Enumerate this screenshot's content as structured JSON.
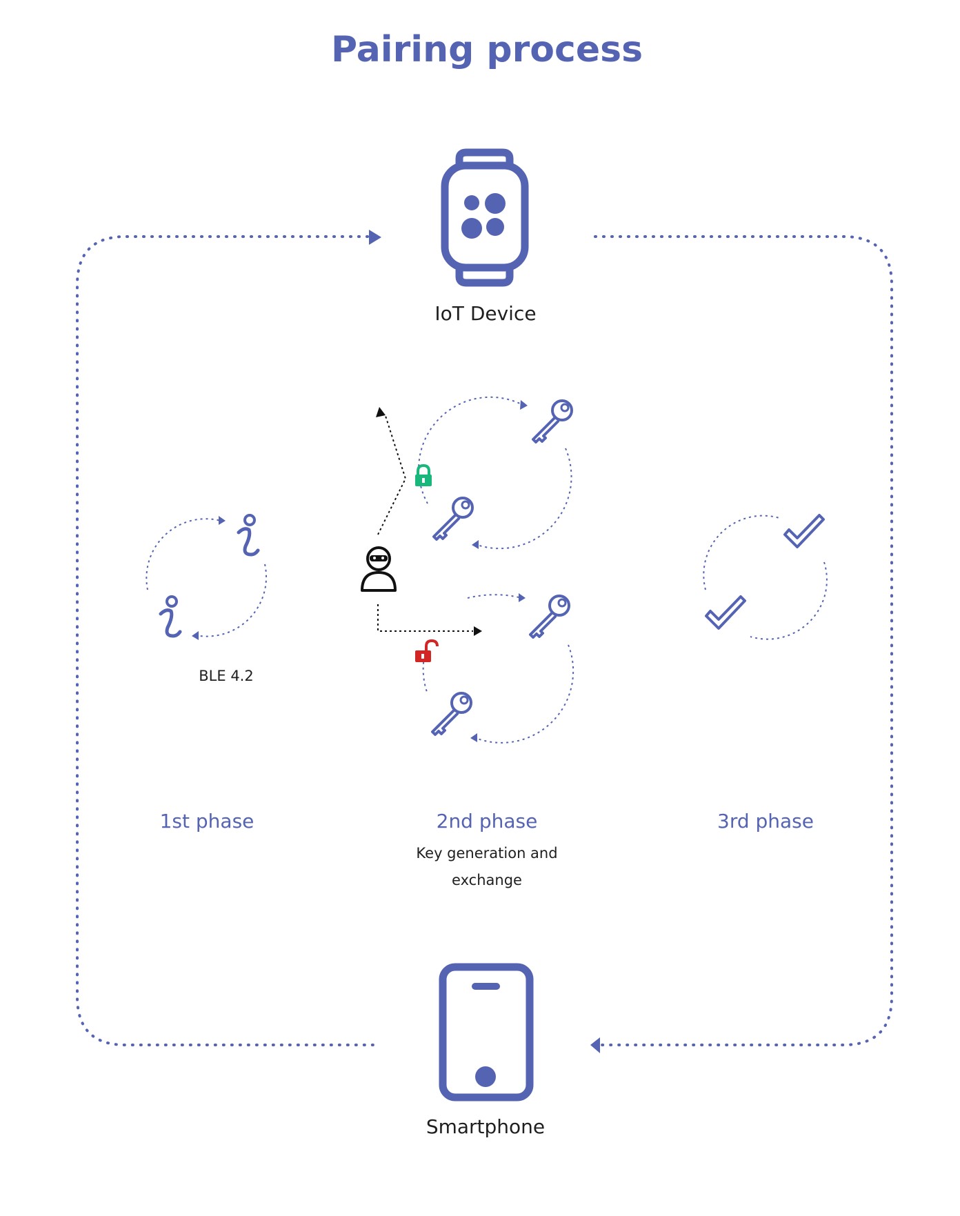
{
  "title": "Pairing process",
  "nodes": {
    "iot_device": "IoT Device",
    "smartphone": "Smartphone"
  },
  "phases": [
    {
      "label": "1st phase",
      "note": "BLE 4.2"
    },
    {
      "label": "2nd phase",
      "note_line1": "Key generation and",
      "note_line2": "exchange"
    },
    {
      "label": "3rd phase"
    }
  ],
  "icons": {
    "device": "smartwatch-icon",
    "phone": "smartphone-icon",
    "info": "info-icon",
    "key": "key-icon",
    "locked": "padlock-locked-icon",
    "unlocked": "padlock-unlocked-icon",
    "attacker": "attacker-icon",
    "check": "checkmark-icon"
  },
  "colors": {
    "primary": "#5563b3",
    "locked": "#1ab77c",
    "unlocked": "#d42525",
    "attacker": "#111111"
  }
}
